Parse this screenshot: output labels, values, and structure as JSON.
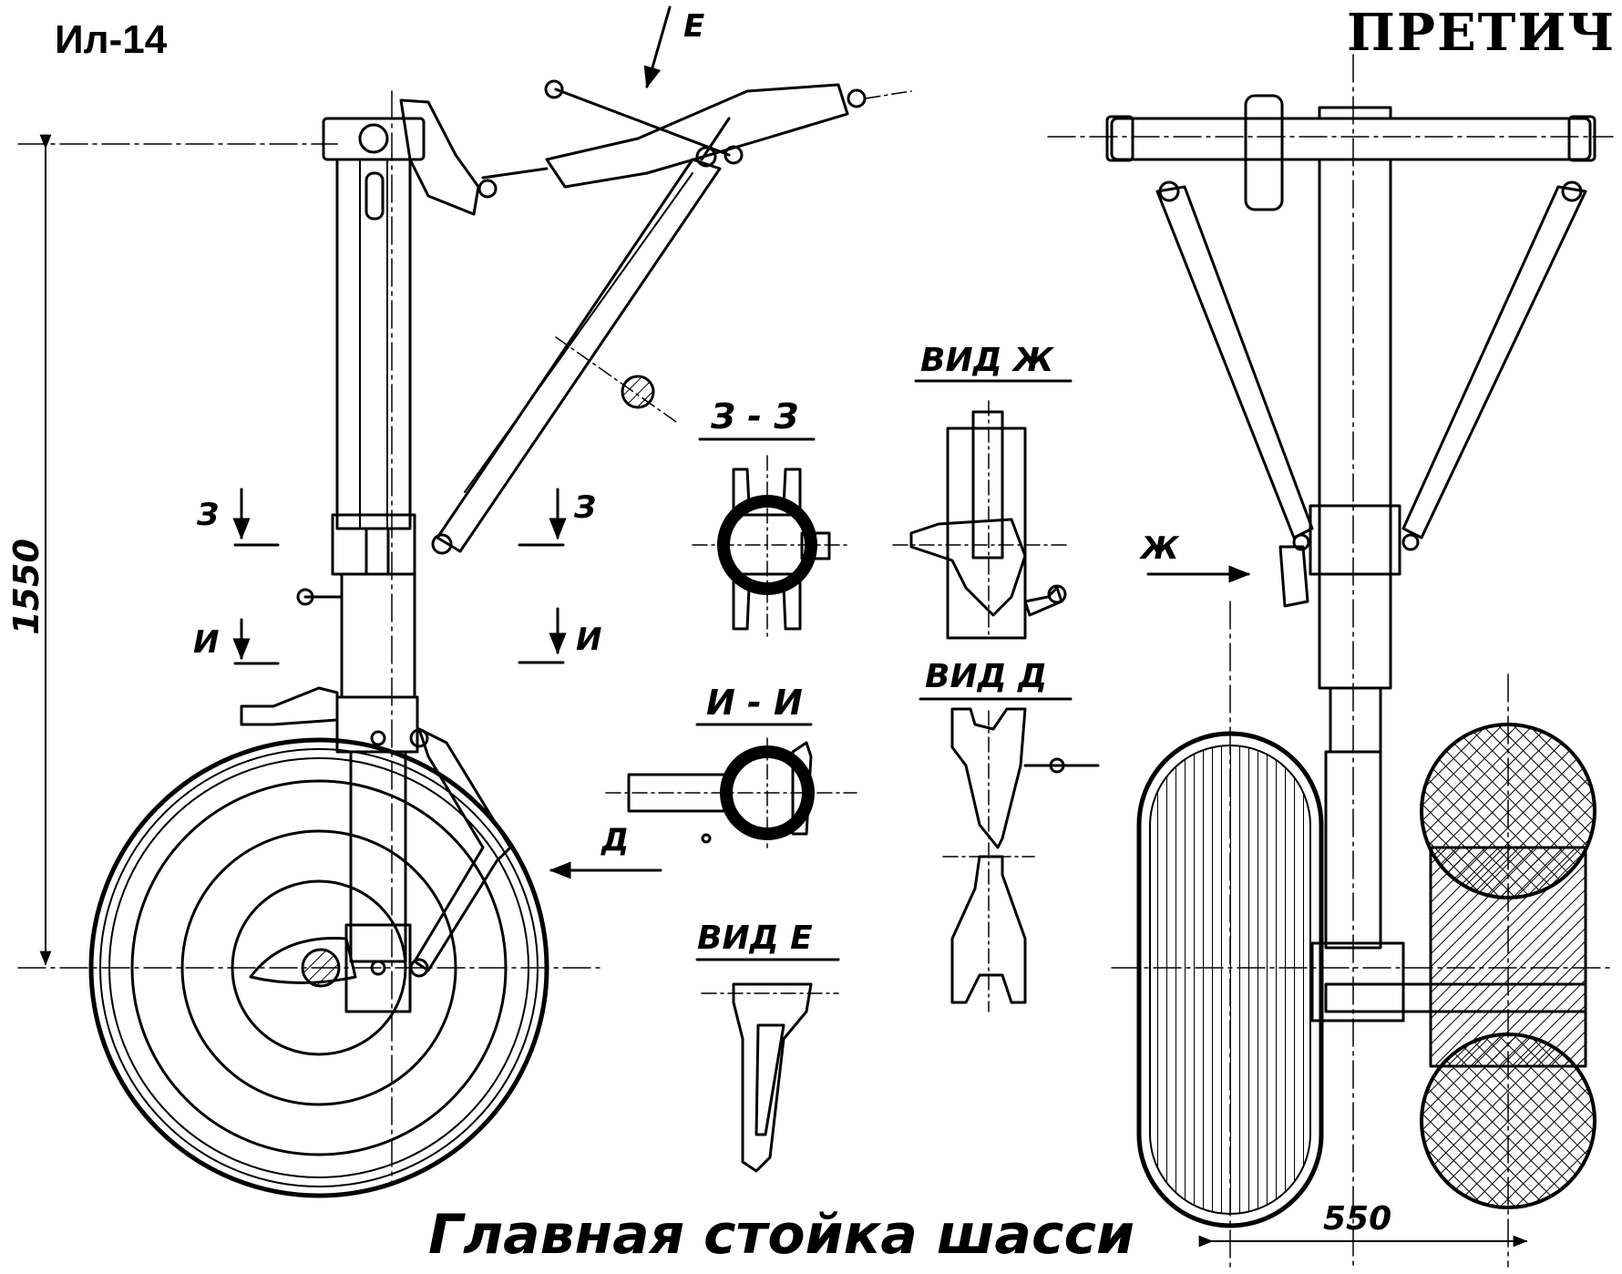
{
  "header": {
    "model": "Ил-14",
    "logo": "ПРЕТИЧ"
  },
  "title": "Главная стойка шасси",
  "dimensions": {
    "height": "1550",
    "track": "550"
  },
  "sections": {
    "view_zh": "ВИД Ж",
    "view_d": "ВИД Д",
    "view_e": "ВИД Е",
    "cut_zz": "З - З",
    "cut_ii": "И - И"
  },
  "markers": {
    "e": "Е",
    "z": "З",
    "i": "И",
    "d": "Д",
    "zh": "Ж"
  }
}
